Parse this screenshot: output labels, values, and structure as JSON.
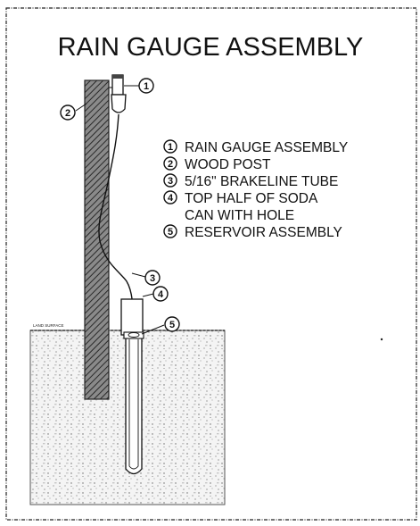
{
  "title": "RAIN GAUGE ASSEMBLY",
  "legend": [
    {
      "num": "1",
      "lines": [
        "RAIN GAUGE ASSEMBLY"
      ]
    },
    {
      "num": "2",
      "lines": [
        "WOOD POST"
      ]
    },
    {
      "num": "3",
      "lines": [
        "5/16\" BRAKELINE TUBE"
      ]
    },
    {
      "num": "4",
      "lines": [
        "TOP HALF OF SODA",
        "CAN WITH HOLE"
      ]
    },
    {
      "num": "5",
      "lines": [
        "RESERVOIR ASSEMBLY"
      ]
    }
  ],
  "callouts": [
    "1",
    "2",
    "3",
    "4",
    "5"
  ],
  "surface_label": "LAND SURFACE"
}
